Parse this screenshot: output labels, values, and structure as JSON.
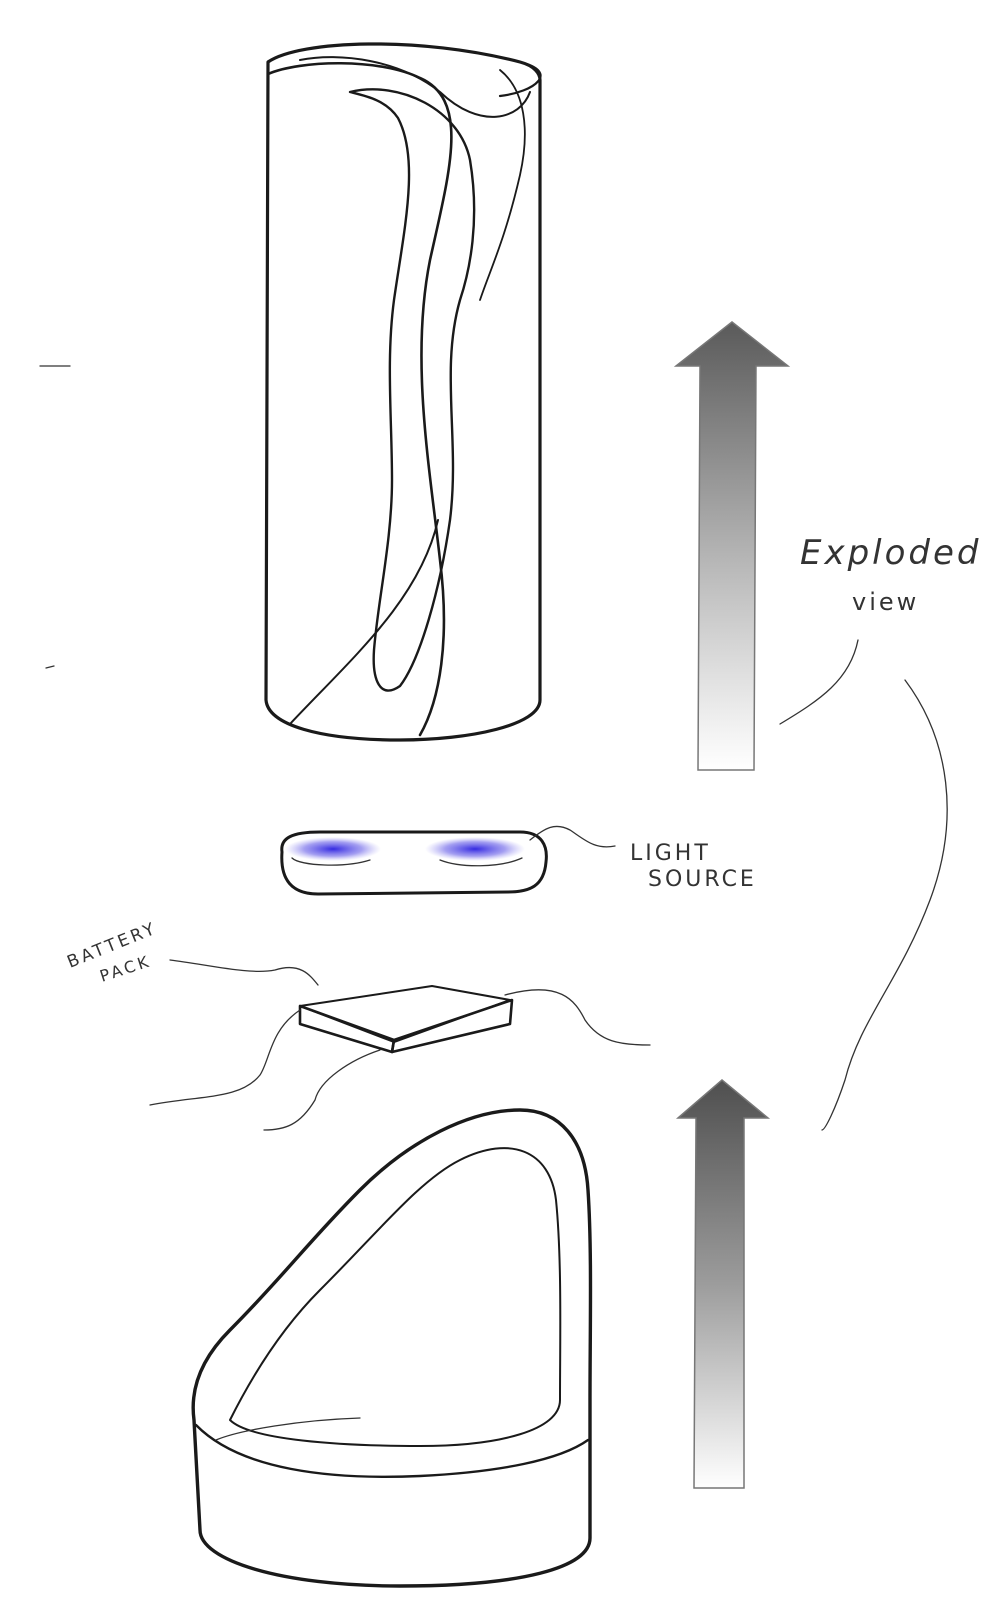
{
  "labels": {
    "exploded": "Exploded",
    "view": "view",
    "light": "LIGHT",
    "source": "SOURCE",
    "battery": "BATTERY",
    "pack": "PACK"
  },
  "colors": {
    "background": "#ffffff",
    "ink": "#1a1a1a",
    "light_glow": "#3b2fd6",
    "arrow_dark": "#555555",
    "arrow_light": "#ffffff"
  },
  "icons": {
    "arrow": "up-arrow-icon"
  }
}
